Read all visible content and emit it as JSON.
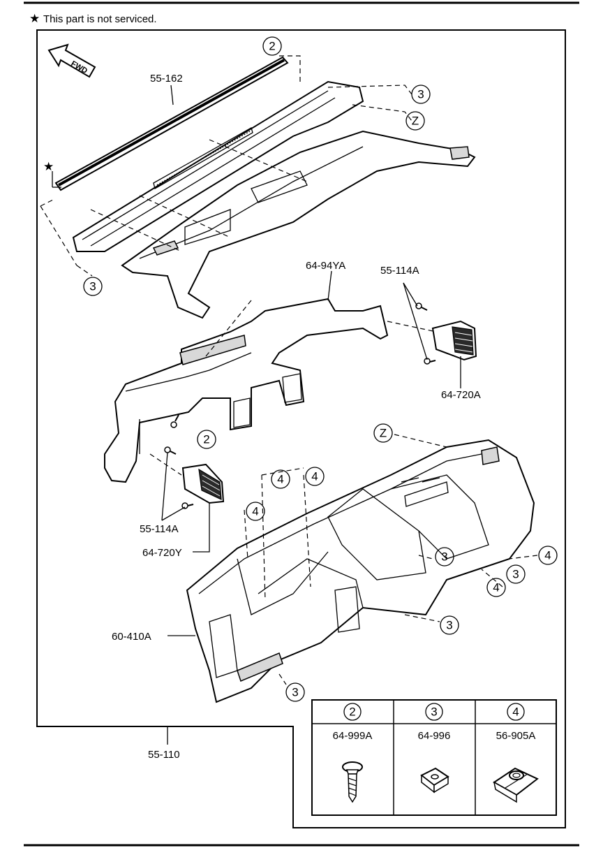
{
  "note": {
    "star": "★",
    "text": "This part is not serviced."
  },
  "fwd_label": "FWD",
  "parts": {
    "p55_162": "55-162",
    "p64_94YA": "64-94YA",
    "p55_114A_top": "55-114A",
    "p64_720A": "64-720A",
    "p55_114A_bottom": "55-114A",
    "p64_720Y": "64-720Y",
    "p60_410A": "60-410A",
    "p55_110": "55-110"
  },
  "callouts": {
    "two": "2",
    "three": "3",
    "four": "4",
    "z": "Z"
  },
  "legend": {
    "columns": [
      {
        "ref": "2",
        "part": "64-999A",
        "icon": "bolt-icon"
      },
      {
        "ref": "3",
        "part": "64-996",
        "icon": "clip-nut-icon"
      },
      {
        "ref": "4",
        "part": "56-905A",
        "icon": "spring-nut-icon"
      }
    ]
  }
}
